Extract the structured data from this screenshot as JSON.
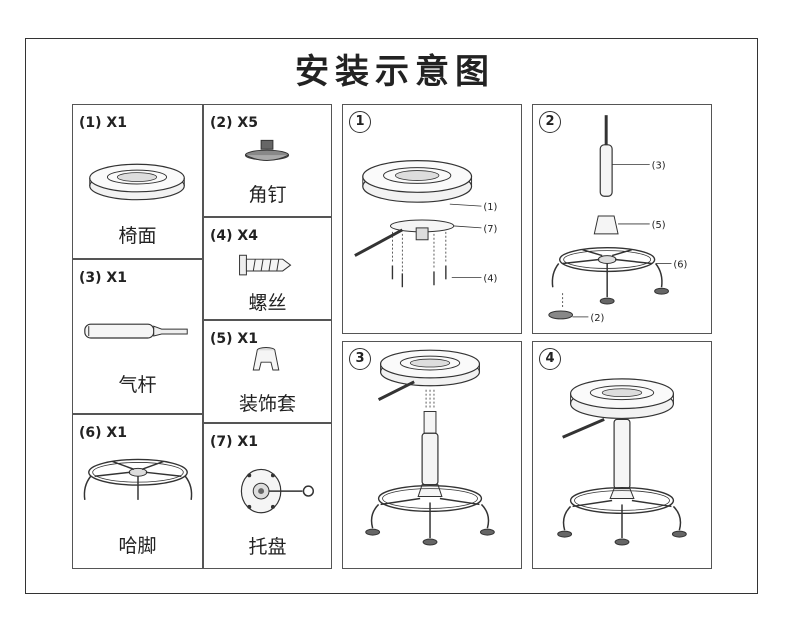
{
  "title": "安装示意图",
  "parts": [
    {
      "qty": "(1) X1",
      "name": "椅面"
    },
    {
      "qty": "(2) X5",
      "name": "角钉"
    },
    {
      "qty": "(3) X1",
      "name": "气杆"
    },
    {
      "qty": "(4) X4",
      "name": "螺丝"
    },
    {
      "qty": "(5) X1",
      "name": "装饰套"
    },
    {
      "qty": "(6) X1",
      "name": "哈脚"
    },
    {
      "qty": "(7) X1",
      "name": "托盘"
    }
  ],
  "steps": [
    {
      "number": "1",
      "callouts": [
        "(1)",
        "(7)",
        "(4)"
      ]
    },
    {
      "number": "2",
      "callouts": [
        "(3)",
        "(5)",
        "(6)",
        "(2)"
      ]
    },
    {
      "number": "3",
      "callouts": []
    },
    {
      "number": "4",
      "callouts": []
    }
  ]
}
